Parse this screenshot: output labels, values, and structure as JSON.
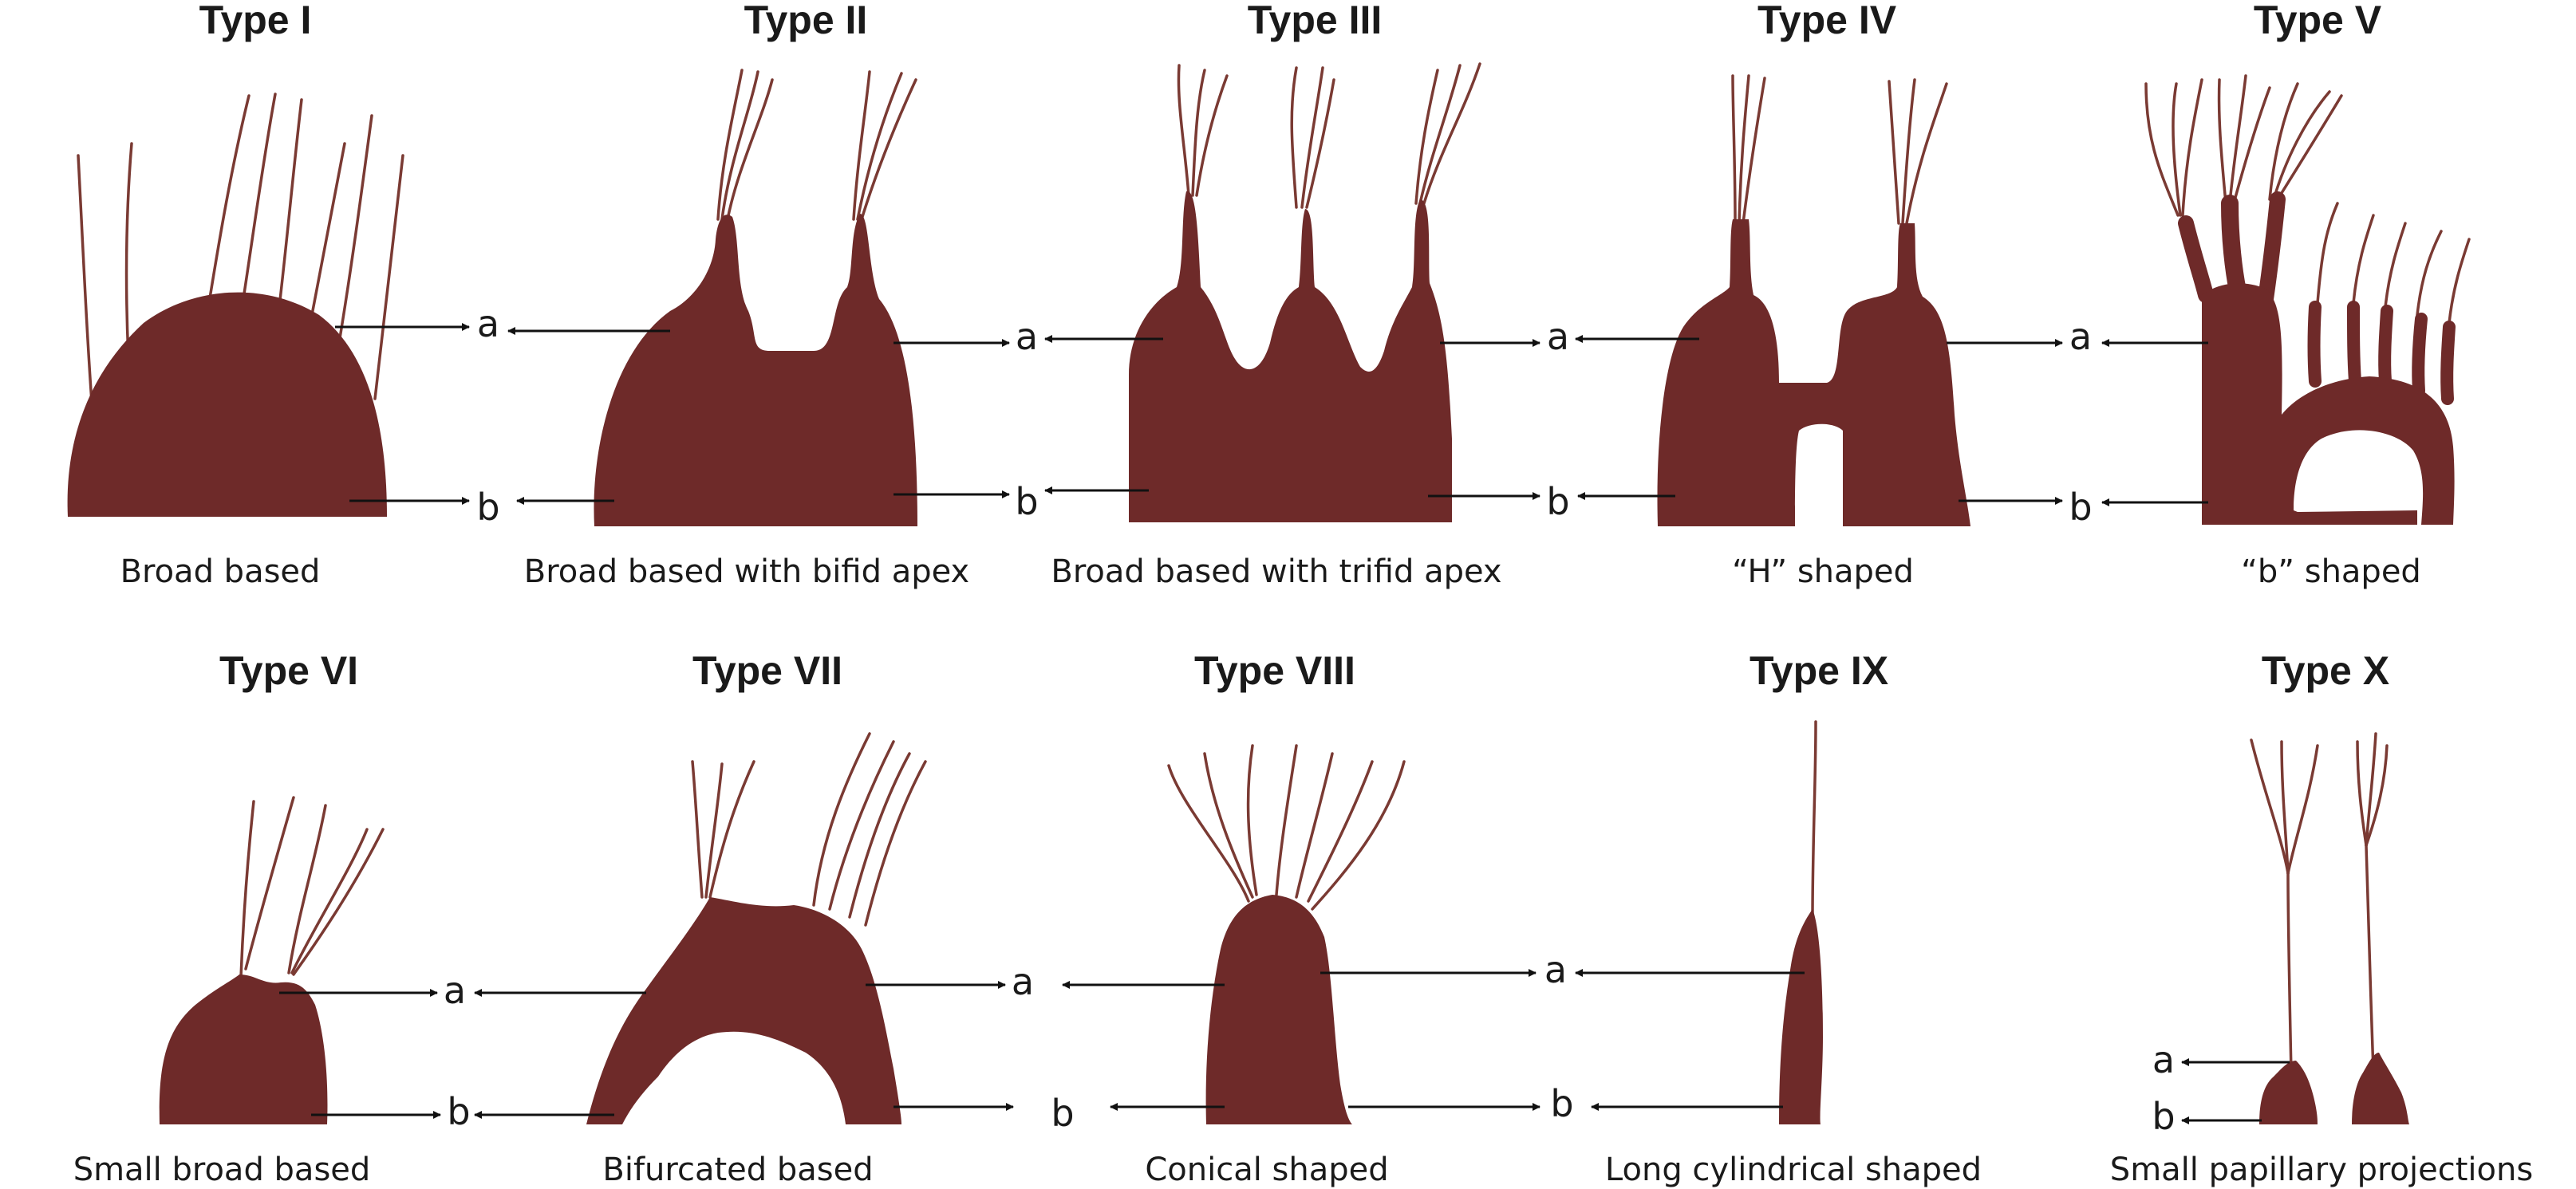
{
  "figure": {
    "panels": [
      {
        "id": "type-1",
        "title": "Type I",
        "caption": "Broad based"
      },
      {
        "id": "type-2",
        "title": "Type II",
        "caption": "Broad based with bifid apex"
      },
      {
        "id": "type-3",
        "title": "Type III",
        "caption": "Broad based with trifid apex"
      },
      {
        "id": "type-4",
        "title": "Type IV",
        "caption": "“H” shaped"
      },
      {
        "id": "type-5",
        "title": "Type V",
        "caption": "“b” shaped"
      },
      {
        "id": "type-6",
        "title": "Type VI",
        "caption": "Small broad based"
      },
      {
        "id": "type-7",
        "title": "Type VII",
        "caption": "Bifurcated based"
      },
      {
        "id": "type-8",
        "title": "Type VIII",
        "caption": "Conical shaped"
      },
      {
        "id": "type-9",
        "title": "Type IX",
        "caption": "Long cylindrical shaped"
      },
      {
        "id": "type-10",
        "title": "Type X",
        "caption": "Small papillary projections"
      }
    ],
    "labels": {
      "apex": "a",
      "base": "b"
    },
    "colors": {
      "body": "#6e2a29",
      "hair": "#7a3a33",
      "text": "#1a1a1a",
      "arrow": "#111111"
    }
  }
}
